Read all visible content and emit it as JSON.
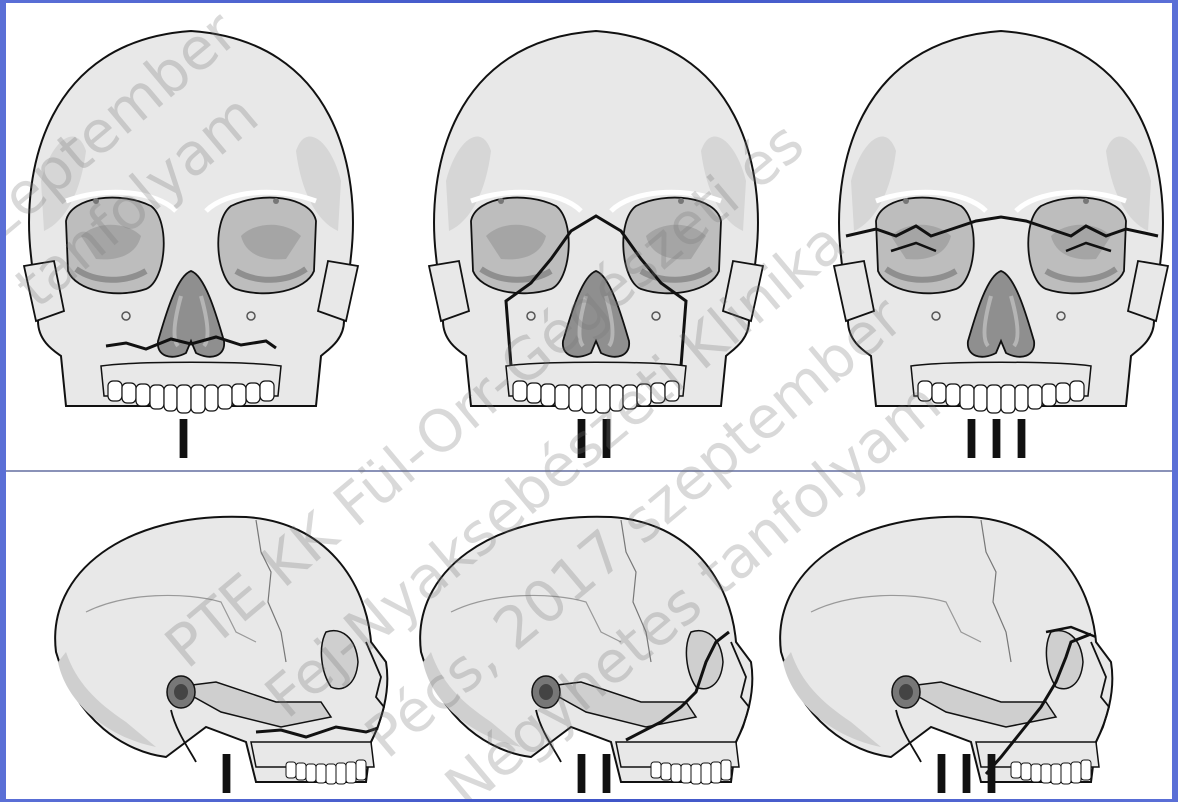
{
  "labels": {
    "front_1": "I",
    "front_2": "II",
    "front_3": "III",
    "side_1": "I",
    "side_2": "II",
    "side_3": "III"
  },
  "watermark": {
    "line1": "PTE KK Fül-Orr-Gégészeti és",
    "line2": "Fej-Nyaksebészeti Klinika",
    "line3": "Pécs, 2017 szeptember",
    "line4": "Négyhetes tanfolyam",
    "line5": "szeptember",
    "line6": "tanfolyam"
  },
  "colors": {
    "bone": "#e8e8e8",
    "bone_shadow": "#cfcfcf",
    "orbit": "#bdbdbd",
    "orbit_dark": "#8f8f8f",
    "outline": "#111111",
    "frame_blue": "#4a5fcf"
  }
}
